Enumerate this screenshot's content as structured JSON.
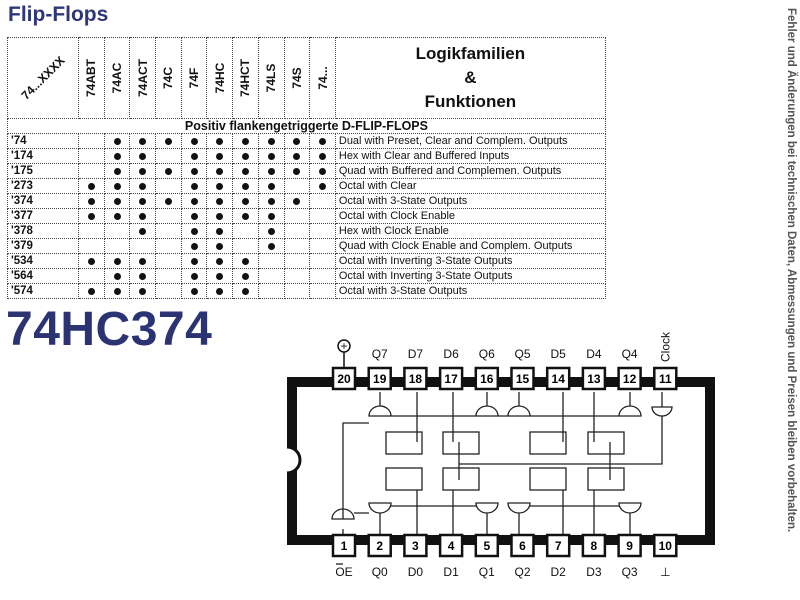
{
  "title": "Flip-Flops",
  "part_number": "74HC374",
  "disclaimer": "Fehler und Änderungen bei technischen Daten, Abmessungen und Preisen bleiben vorbehalten.",
  "table": {
    "corner_label": "74...XXXX",
    "families": [
      "74ABT",
      "74AC",
      "74ACT",
      "74C",
      "74F",
      "74HC",
      "74HCT",
      "74LS",
      "74S",
      "74..."
    ],
    "function_header": [
      "Logikfamilien",
      "&",
      "Funktionen"
    ],
    "section": "Positiv flankengetriggerte D-FLIP-FLOPS",
    "rows": [
      {
        "code": "'74",
        "avail": [
          0,
          1,
          1,
          1,
          1,
          1,
          1,
          1,
          1,
          1
        ],
        "desc": "Dual with Preset, Clear and Complem. Outputs"
      },
      {
        "code": "'174",
        "avail": [
          0,
          1,
          1,
          0,
          1,
          1,
          1,
          1,
          1,
          1
        ],
        "desc": "Hex with Clear and Buffered Inputs"
      },
      {
        "code": "'175",
        "avail": [
          0,
          1,
          1,
          1,
          1,
          1,
          1,
          1,
          1,
          1
        ],
        "desc": "Quad with Buffered and Complemen. Outputs"
      },
      {
        "code": "'273",
        "avail": [
          1,
          1,
          1,
          0,
          1,
          1,
          1,
          1,
          0,
          1
        ],
        "desc": "Octal with Clear"
      },
      {
        "code": "'374",
        "avail": [
          1,
          1,
          1,
          1,
          1,
          1,
          1,
          1,
          1,
          0
        ],
        "desc": "Octal with 3-State Outputs"
      },
      {
        "code": "'377",
        "avail": [
          1,
          1,
          1,
          0,
          1,
          1,
          1,
          1,
          0,
          0
        ],
        "desc": "Octal with Clock Enable"
      },
      {
        "code": "'378",
        "avail": [
          0,
          0,
          1,
          0,
          1,
          1,
          0,
          1,
          0,
          0
        ],
        "desc": "Hex with Clock Enable"
      },
      {
        "code": "'379",
        "avail": [
          0,
          0,
          0,
          0,
          1,
          1,
          0,
          1,
          0,
          0
        ],
        "desc": "Quad with Clock Enable and Complem. Outputs"
      },
      {
        "code": "'534",
        "avail": [
          1,
          1,
          1,
          0,
          1,
          1,
          1,
          0,
          0,
          0
        ],
        "desc": "Octal with Inverting 3-State Outputs"
      },
      {
        "code": "'564",
        "avail": [
          0,
          1,
          1,
          0,
          1,
          1,
          1,
          0,
          0,
          0
        ],
        "desc": "Octal with Inverting 3-State Outputs"
      },
      {
        "code": "'574",
        "avail": [
          1,
          1,
          1,
          0,
          1,
          1,
          1,
          0,
          0,
          0
        ],
        "desc": "Octal with 3-State Outputs"
      }
    ]
  },
  "pinout": {
    "top_pins": [
      {
        "num": "20",
        "label": "+"
      },
      {
        "num": "19",
        "label": "Q7"
      },
      {
        "num": "18",
        "label": "D7"
      },
      {
        "num": "17",
        "label": "D6"
      },
      {
        "num": "16",
        "label": "Q6"
      },
      {
        "num": "15",
        "label": "Q5"
      },
      {
        "num": "14",
        "label": "D5"
      },
      {
        "num": "13",
        "label": "D4"
      },
      {
        "num": "12",
        "label": "Q4"
      },
      {
        "num": "11",
        "label": "Clock"
      }
    ],
    "bottom_pins": [
      {
        "num": "1",
        "label": "OE"
      },
      {
        "num": "2",
        "label": "Q0"
      },
      {
        "num": "3",
        "label": "D0"
      },
      {
        "num": "4",
        "label": "D1"
      },
      {
        "num": "5",
        "label": "Q1"
      },
      {
        "num": "6",
        "label": "Q2"
      },
      {
        "num": "7",
        "label": "D2"
      },
      {
        "num": "8",
        "label": "D3"
      },
      {
        "num": "9",
        "label": "Q3"
      },
      {
        "num": "10",
        "label": "⊥"
      }
    ]
  }
}
